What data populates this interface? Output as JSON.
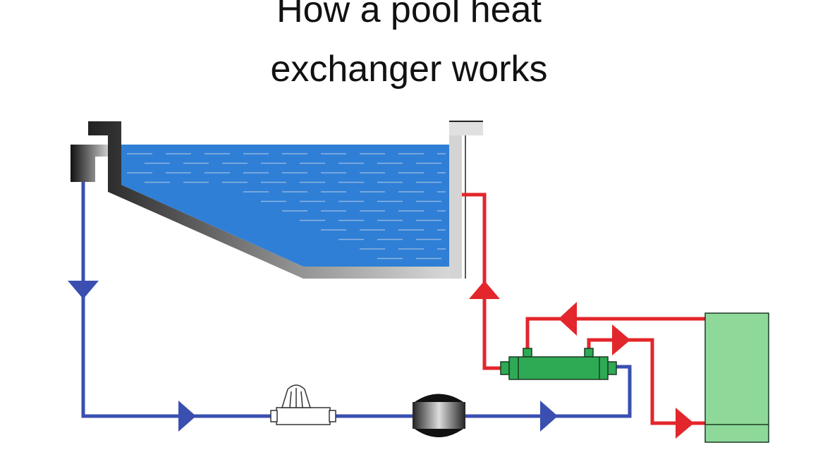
{
  "title": {
    "line1": "How a pool heat",
    "line2": "exchanger works"
  },
  "colors": {
    "water": "#2f7fd6",
    "cold_pipe": "#3a4fb0",
    "hot_pipe": "#e2262b",
    "heat_exchanger": "#2eaa55",
    "boiler": "#8ed99a"
  },
  "components": [
    "pool",
    "skimmer",
    "pump",
    "filter",
    "heat-exchanger",
    "boiler"
  ]
}
